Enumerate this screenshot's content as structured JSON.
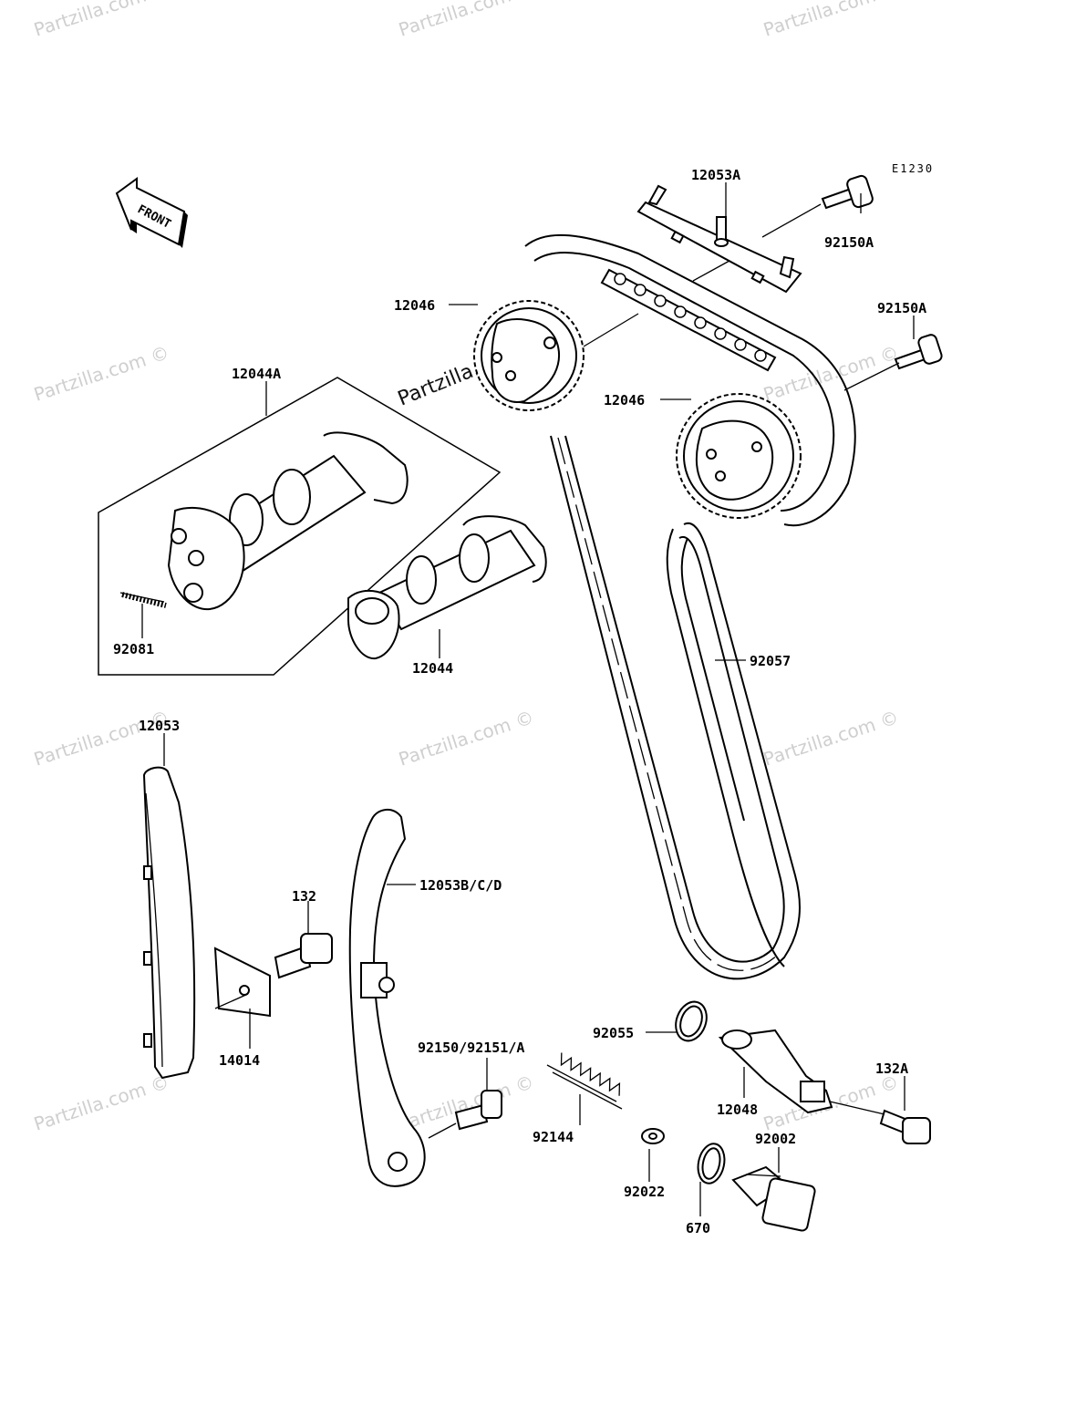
{
  "diagram": {
    "code": "E1230",
    "watermark": "Partzilla.com ©",
    "site_mark": "Partzilla.com",
    "front_label": "FRONT"
  },
  "labels": {
    "l12053A": "12053A",
    "l92150A_top": "92150A",
    "l12046_top": "12046",
    "l92150A_right": "92150A",
    "l12044A": "12044A",
    "l12046_mid": "12046",
    "l92081": "92081",
    "l12044": "12044",
    "l92057": "92057",
    "l12053": "12053",
    "l12053BCD": "12053B/C/D",
    "l132": "132",
    "l14014": "14014",
    "l92055": "92055",
    "l92150_92151A": "92150/92151/A",
    "l12048": "12048",
    "l132A": "132A",
    "l92144": "92144",
    "l92002": "92002",
    "l92022": "92022",
    "l670": "670"
  }
}
